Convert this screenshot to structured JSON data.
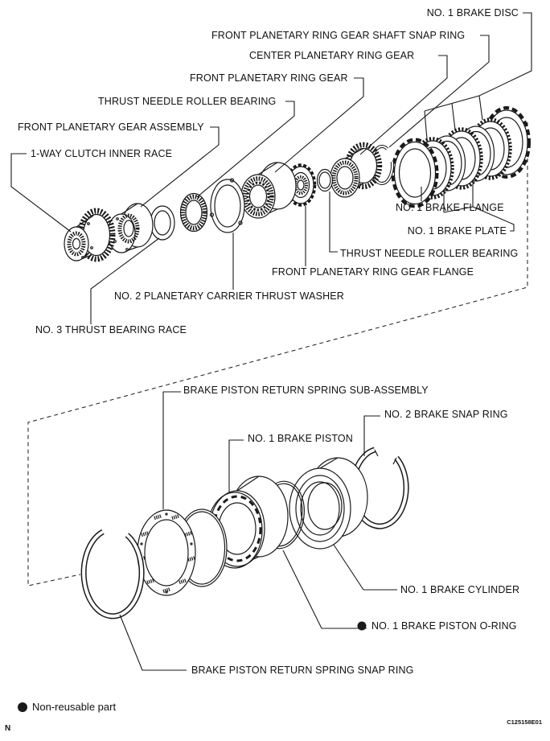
{
  "colors": {
    "ink": "#1a1a1a",
    "background": "#ffffff"
  },
  "labels": {
    "no1_brake_disc": "NO. 1 BRAKE DISC",
    "fprg_shaft_snap_ring": "FRONT PLANETARY RING GEAR SHAFT SNAP RING",
    "center_planetary_ring_gear": "CENTER PLANETARY RING GEAR",
    "front_planetary_ring_gear": "FRONT PLANETARY RING GEAR",
    "thrust_needle_roller_bearing_upper": "THRUST NEEDLE ROLLER BEARING",
    "front_planetary_gear_assembly": "FRONT PLANETARY GEAR ASSEMBLY",
    "one_way_clutch_inner_race": "1-WAY CLUTCH INNER RACE",
    "no1_brake_flange": "NO. 1 BRAKE FLANGE",
    "no1_brake_plate": "NO. 1 BRAKE PLATE",
    "thrust_needle_roller_bearing_lower": "THRUST NEEDLE ROLLER BEARING",
    "front_planetary_ring_gear_flange": "FRONT PLANETARY RING GEAR FLANGE",
    "no2_planetary_carrier_thrust_washer": "NO. 2 PLANETARY CARRIER THRUST WASHER",
    "no3_thrust_bearing_race": "NO. 3 THRUST BEARING RACE",
    "brake_piston_return_spring_subassembly": "BRAKE PISTON RETURN SPRING SUB-ASSEMBLY",
    "no2_brake_snap_ring": "NO. 2 BRAKE SNAP RING",
    "no1_brake_piston": "NO. 1 BRAKE PISTON",
    "no1_brake_cylinder": "NO. 1 BRAKE CYLINDER",
    "no1_brake_piston_oring": "NO. 1 BRAKE PISTON O-RING",
    "brake_piston_return_spring_snap_ring": "BRAKE PISTON RETURN SPRING SNAP RING"
  },
  "legend": {
    "text": "Non-reusable part"
  },
  "footer": {
    "page_marker": "N",
    "figure_code": "C125158E01"
  }
}
